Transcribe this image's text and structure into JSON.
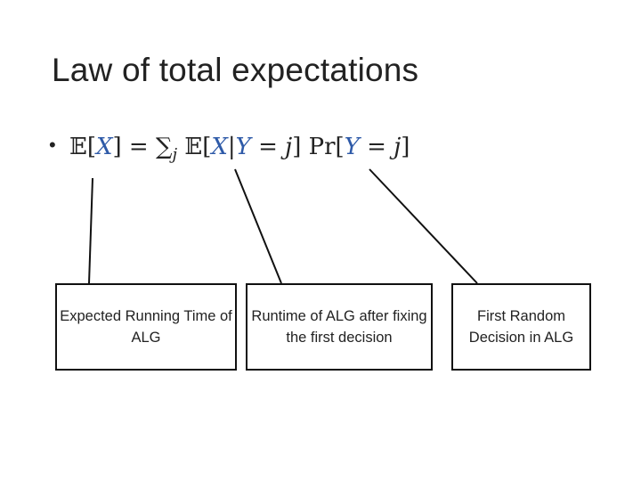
{
  "slide": {
    "title": "Law of total expectations",
    "bullet": "•",
    "formula": {
      "ex_open": "𝔼[",
      "X": "X",
      "ex_close": "]",
      "eq1": " = ",
      "sum": "∑",
      "sum_sub": "j",
      "ex2_open": "  𝔼[",
      "X2": "X",
      "bar": "|",
      "Y": "Y",
      "eq2": " = ",
      "j1": "j",
      "ex2_close": "] Pr[",
      "Y2": "Y",
      "eq3": " = ",
      "j2": "j",
      "pr_close": "]"
    },
    "boxes": [
      {
        "label": "Expected Running Time of ALG"
      },
      {
        "label": "Runtime of ALG after fixing the first decision"
      },
      {
        "label": "First Random Decision in ALG"
      }
    ]
  },
  "colors": {
    "variable": "#2e5aa8",
    "text": "#222222",
    "box_border": "#111111"
  }
}
